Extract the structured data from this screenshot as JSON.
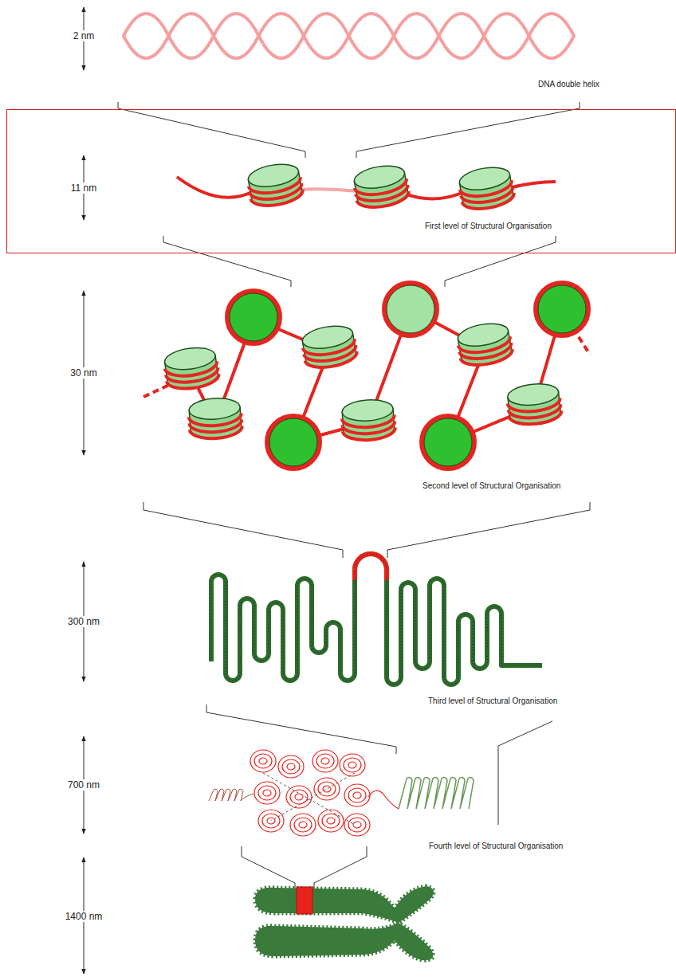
{
  "diagram": {
    "nodes": [
      {
        "text": [
          "First level of Structural Organisation"
        ]
      }
    ],
    "labels": [
      "2 nm",
      "DNA double helix",
      "11 nm",
      "30 nm",
      "Second level of Structural Organisation",
      "300 nm",
      "Third level of Structural Organisation",
      "700 nm",
      "Fourth level of Structural Organisation",
      "1400 nm"
    ]
  }
}
